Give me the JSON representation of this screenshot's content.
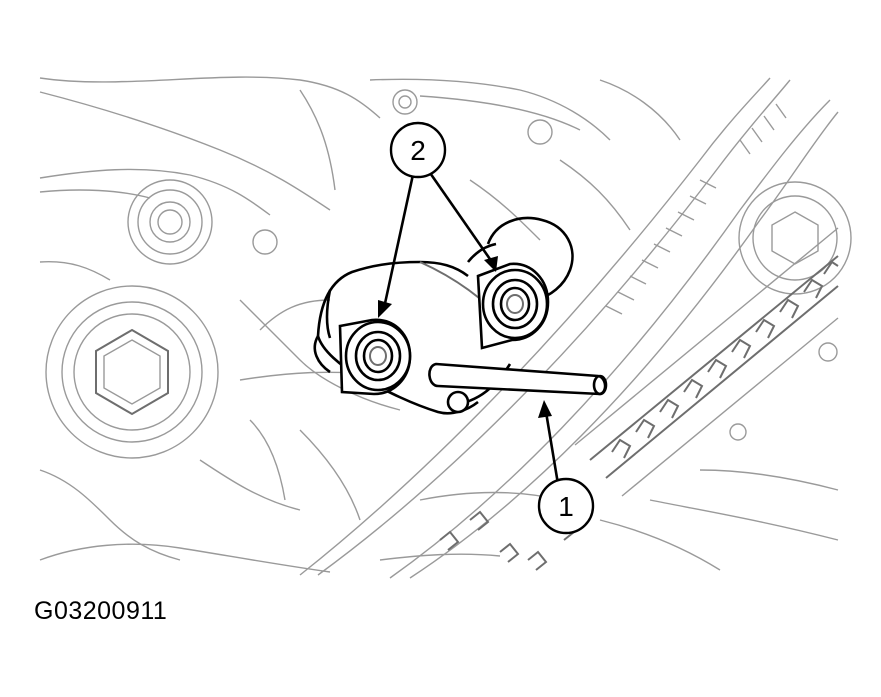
{
  "figure": {
    "code": "G03200911",
    "callouts": [
      {
        "id": "1",
        "label": "1"
      },
      {
        "id": "2",
        "label": "2"
      }
    ],
    "colors": {
      "line_dark": "#000000",
      "line_gray": "#9a9a9a",
      "background": "#ffffff"
    }
  }
}
